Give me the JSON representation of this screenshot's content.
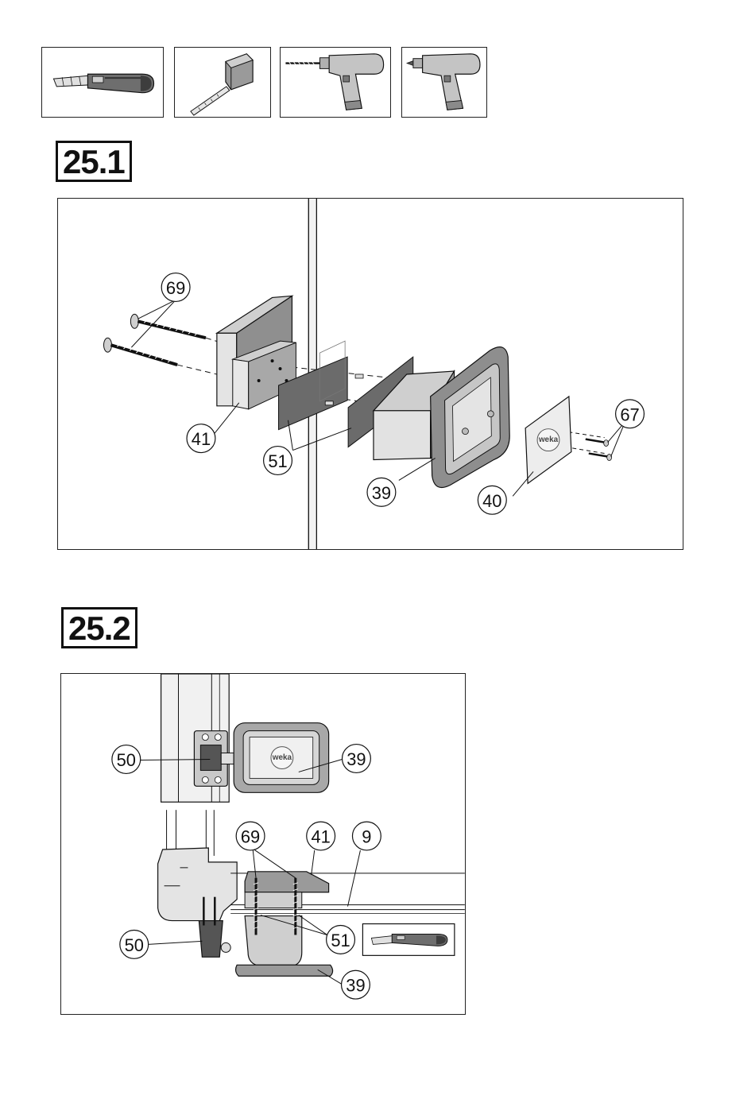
{
  "tools": [
    {
      "icon": "utility-knife-icon"
    },
    {
      "icon": "tape-measure-icon"
    },
    {
      "icon": "electric-drill-icon"
    },
    {
      "icon": "screwdriver-drill-icon"
    }
  ],
  "step1": {
    "title": "25.1",
    "callouts": {
      "screws": "69",
      "block": "41",
      "pads": "51",
      "handle": "39",
      "cover": "40",
      "small_screws": "67"
    },
    "cover_logo": "weka"
  },
  "step2": {
    "title": "25.2",
    "callouts": {
      "latch_top": "50",
      "handle_top": "39",
      "screws": "69",
      "block": "41",
      "panel": "9",
      "latch_bottom": "50",
      "pads": "51",
      "handle_bottom": "39"
    },
    "handle_logo": "weka",
    "inset_tool": "utility-knife-icon"
  },
  "colors": {
    "line": "#111111",
    "grey_light": "#d9d9d9",
    "grey_mid": "#b3b3b3",
    "grey_dark": "#7a7a7a",
    "felt": "#6b6b6b"
  }
}
